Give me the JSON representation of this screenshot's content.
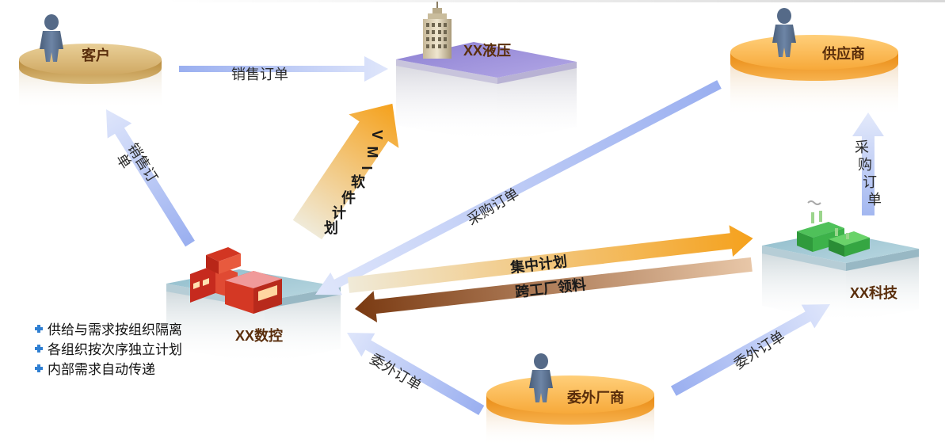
{
  "nodes": {
    "customer": "客户",
    "xx_hydraulics": "XX液压",
    "supplier": "供应商",
    "xx_cnc": "XX数控",
    "xx_tech": "XX科技",
    "subcontractor": "委外厂商"
  },
  "arrows": {
    "sales_order_top": "销售订单",
    "sales_order_diag_line1": "销售订",
    "sales_order_diag_line2": "单",
    "vmi_chars": [
      "V",
      "M",
      "I",
      "软",
      "件",
      "计",
      "划"
    ],
    "purchase_order_diag": "采购订单",
    "purchase_order_vert_chars": [
      "采",
      "购",
      "订",
      "单"
    ],
    "central_plan": "集中计划",
    "cross_plant_picking": "跨工厂领料",
    "outsourcing_order_left": "委外订单",
    "outsourcing_order_right": "委外订单"
  },
  "notes": [
    "供给与需求按组织隔离",
    "各组织按次序独立计划",
    "内部需求自动传递"
  ],
  "colors": {
    "blue_arrow": "#9db4ee",
    "orange_arrow": "#f5a21e",
    "brown_arrow": "#7a3a12",
    "gold_disc": "#d6b170",
    "orange_disc": "#f6a42a",
    "purple_platform": "#9d8fd6",
    "teal_platform": "#a6cad6",
    "note_bullet": "#2f7fd2"
  }
}
